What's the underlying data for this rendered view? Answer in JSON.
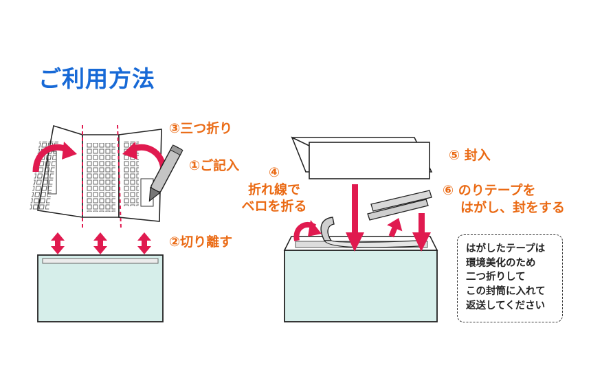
{
  "title": "ご利用方法",
  "steps": {
    "s1": "①ご記入",
    "s2": "②切り離す",
    "s3": "③三つ折り",
    "s4_num": "④",
    "s4_line1": "折れ線で",
    "s4_line2": "ベロを折る",
    "s5": "⑤ 封入",
    "s6_line1": "⑥ のりテープを",
    "s6_line2": "はがし、封をする"
  },
  "note": {
    "lines": [
      "はがしたテープは",
      "環境美化のため",
      "二つ折りして",
      "この封筒に入れて",
      "返送してください"
    ]
  },
  "colors": {
    "title": "#1769d6",
    "label": "#ea6a14",
    "arrow": "#e01a4f",
    "envelope": "#d6eeea"
  },
  "icons": [
    "pen-icon",
    "curved-arrow-icon",
    "double-arrow-icon",
    "down-arrow-icon",
    "up-arrow-icon"
  ]
}
